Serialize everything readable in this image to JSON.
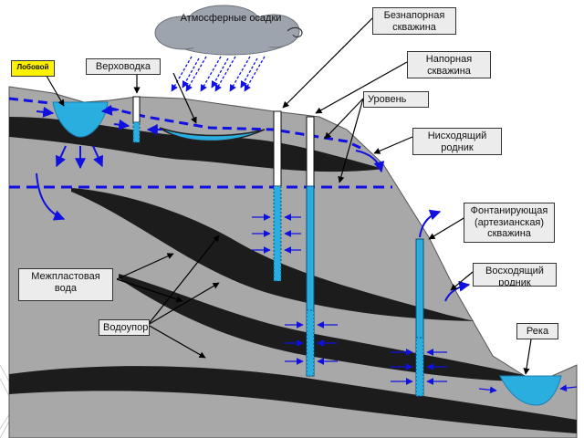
{
  "labels": {
    "lobovoy": "Лобовой",
    "verkhovodka": "Верховодка",
    "precipitation": "Атмосферные осадки",
    "pressureless_well": "Безнапорная скважина",
    "pressure_well": "Напорная скважина",
    "level": "Уровень",
    "descending_spring": "Нисходящий родник",
    "artesian_well": "Фонтанирующая (артезианская) скважина",
    "ascending_spring": "Восходящий родник",
    "interstratal_water": "Межпластовая вода",
    "aquiclude": "Водоупор",
    "river": "Река"
  },
  "colors": {
    "rock": "#a8a8a8",
    "aquiclude": "#1c1c1c",
    "water": "#2aaee0",
    "arrows": "#1010e0",
    "label_box": "#ececec",
    "lobovoy_box": "#fff200"
  }
}
